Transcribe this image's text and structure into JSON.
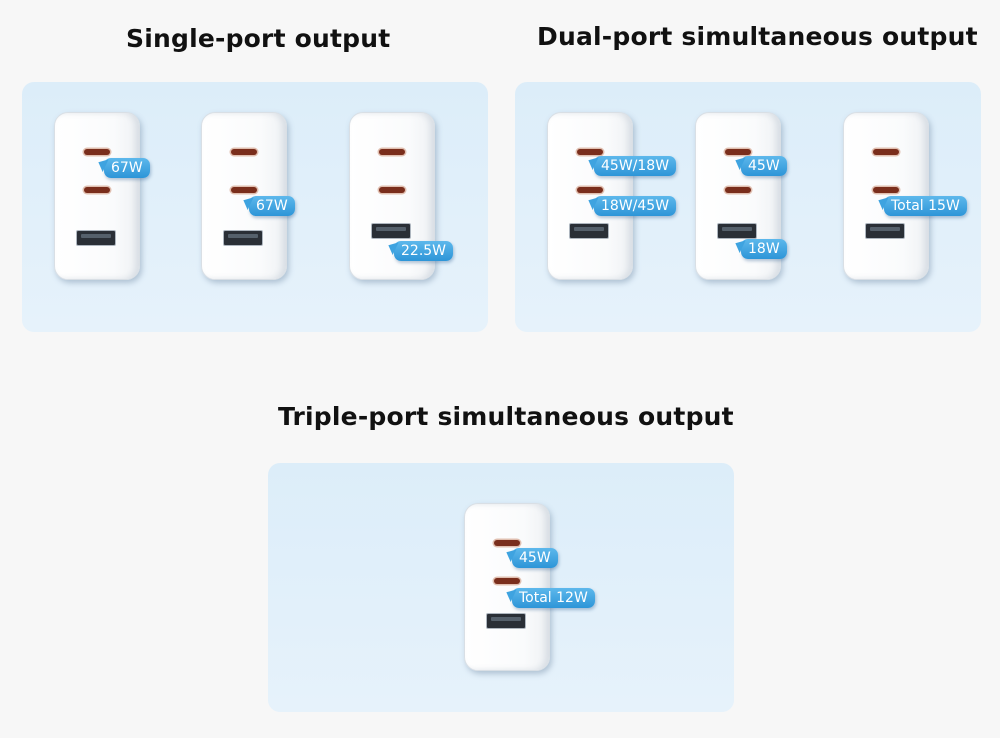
{
  "sections": [
    {
      "title": "Single-port output",
      "chargers": [
        {
          "labels": [
            "67W"
          ]
        },
        {
          "labels": [
            "67W"
          ]
        },
        {
          "labels": [
            "22.5W"
          ]
        }
      ]
    },
    {
      "title": "Dual-port simultaneous output",
      "chargers": [
        {
          "labels": [
            "45W/18W",
            "18W/45W"
          ]
        },
        {
          "labels": [
            "45W",
            "18W"
          ]
        },
        {
          "labels": [
            "Total 15W"
          ]
        }
      ]
    },
    {
      "title": "Triple-port simultaneous output",
      "chargers": [
        {
          "labels": [
            "45W",
            "Total 12W"
          ]
        }
      ]
    }
  ],
  "colors": {
    "background": "#f7f7f7",
    "panel": "#dcedf9",
    "badge": "#2d95d8",
    "usb_c_port": "#7a2e1c"
  }
}
